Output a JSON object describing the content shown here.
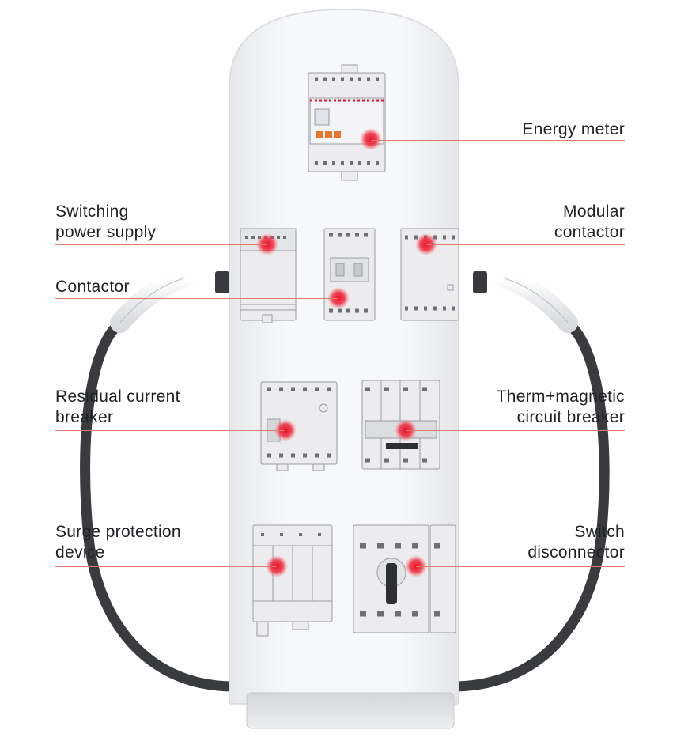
{
  "colors": {
    "leader_line": "#e07a6a",
    "hotspot": "#e8122a",
    "cable": "#3a3b3e",
    "pillar": "#f2f3f5",
    "device": "#ececee",
    "device_outline": "#9a9ca0"
  },
  "components": [
    {
      "id": "energy-meter",
      "lines": [
        "Energy meter"
      ],
      "side": "right"
    },
    {
      "id": "switching-power-supply",
      "lines": [
        "Switching",
        "power supply"
      ],
      "side": "left"
    },
    {
      "id": "modular-contactor",
      "lines": [
        "Modular",
        "contactor"
      ],
      "side": "right"
    },
    {
      "id": "contactor",
      "lines": [
        "Contactor"
      ],
      "side": "left"
    },
    {
      "id": "residual-current-breaker",
      "lines": [
        "Residual current",
        "breaker"
      ],
      "side": "left"
    },
    {
      "id": "therm-magnetic-circuit-breaker",
      "lines": [
        "Therm+magnetic",
        "circuit breaker"
      ],
      "side": "right"
    },
    {
      "id": "surge-protection-device",
      "lines": [
        "Surge protection",
        "device"
      ],
      "side": "left"
    },
    {
      "id": "switch-disconnector",
      "lines": [
        "Switch",
        "disconnector"
      ],
      "side": "right"
    }
  ]
}
